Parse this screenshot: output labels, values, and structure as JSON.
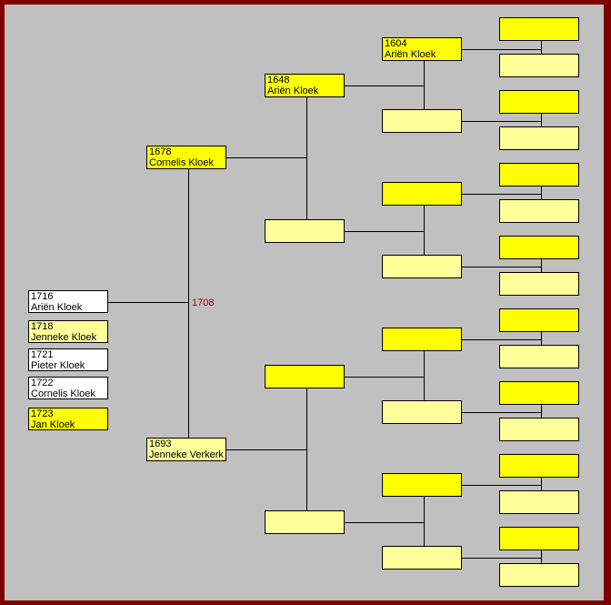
{
  "colors": {
    "border": "#800000",
    "background": "#c0c0c0",
    "male": "#ffff00",
    "female": "#ffff99",
    "unknown": "#ffffff",
    "marriage": "#990000"
  },
  "children": [
    {
      "year": "1716",
      "name": "Ariën Kloek",
      "sex": "w"
    },
    {
      "year": "1718",
      "name": "Jenneke Kloek",
      "sex": "f"
    },
    {
      "year": "1721",
      "name": "Pieter Kloek",
      "sex": "w"
    },
    {
      "year": "1722",
      "name": "Cornelis Kloek",
      "sex": "w"
    },
    {
      "year": "1723",
      "name": "Jan Kloek",
      "sex": "m"
    }
  ],
  "marriage_year": "1708",
  "ancestors": {
    "gen1": [
      {
        "year": "1678",
        "name": "Cornelis Kloek"
      },
      {
        "year": "1693",
        "name": "Jenneke Verkerk"
      }
    ],
    "gen2": [
      {
        "year": "1648",
        "name": "Ariën Kloek"
      },
      {},
      {},
      {}
    ],
    "gen3": [
      {
        "year": "1604",
        "name": "Ariën Kloek"
      },
      {},
      {},
      {},
      {},
      {},
      {},
      {}
    ],
    "gen4": [
      {},
      {},
      {},
      {},
      {},
      {},
      {},
      {},
      {},
      {},
      {},
      {},
      {},
      {},
      {},
      {}
    ]
  }
}
